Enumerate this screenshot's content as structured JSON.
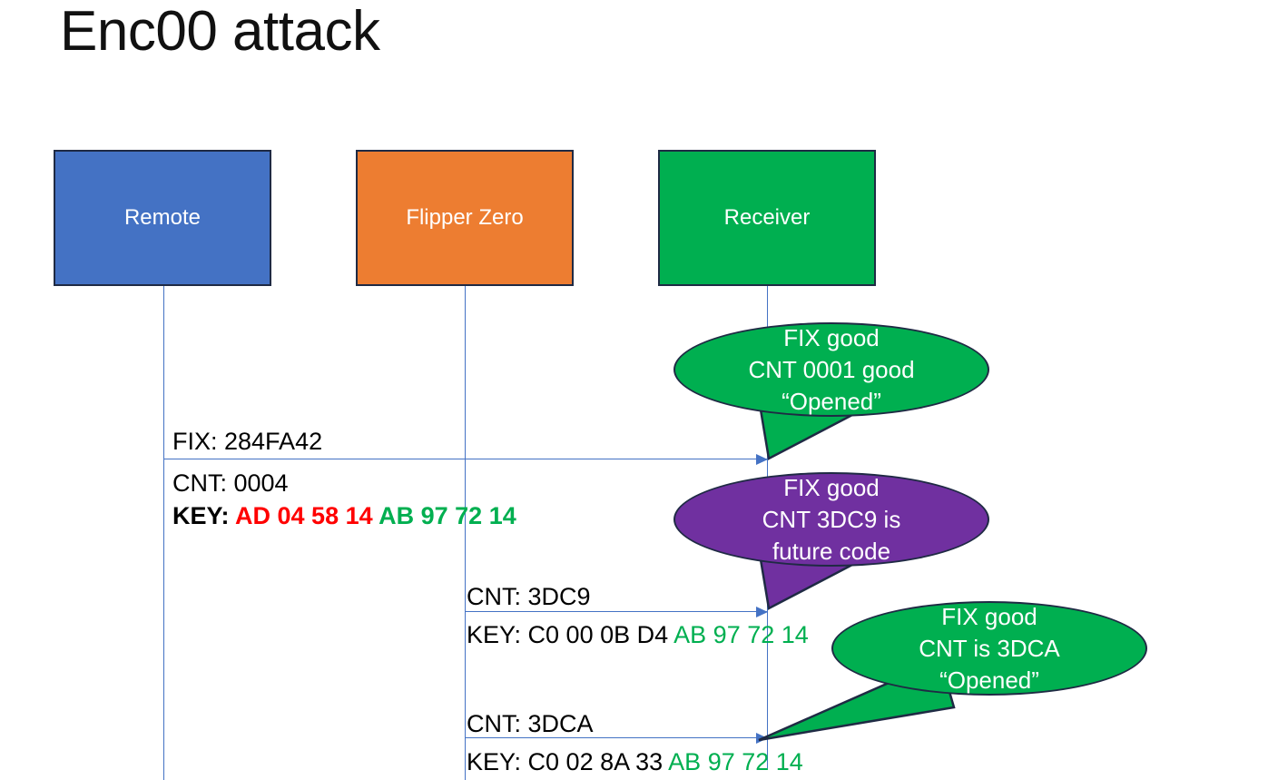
{
  "slide": {
    "title": "Enc00 attack",
    "background": "#ffffff"
  },
  "colors": {
    "remote_blue": "#4472C4",
    "flipper_orange": "#ED7D31",
    "receiver_green": "#00AF50",
    "callout_purple": "#7030A0",
    "key_red": "#FF0000",
    "key_green": "#00AF50",
    "line_blue": "#4472C4",
    "border_navy": "#1f2a44"
  },
  "actors": [
    {
      "id": "remote",
      "label": "Remote",
      "color": "#4472C4"
    },
    {
      "id": "flipper",
      "label": "Flipper Zero",
      "color": "#ED7D31"
    },
    {
      "id": "receiver",
      "label": "Receiver",
      "color": "#00AF50"
    }
  ],
  "messages": [
    {
      "id": "msg-1",
      "from": "remote",
      "to": "receiver",
      "fix_label": "FIX: 284FA42",
      "cnt_label": "CNT: 0004",
      "key_prefix": "KEY: ",
      "key_part_red": "AD 04 58 14",
      "key_part_green": "AB 97 72 14"
    },
    {
      "id": "msg-2",
      "from": "flipper",
      "to": "receiver",
      "cnt_label": "CNT: 3DC9",
      "key_prefix": "KEY: C0 00 0B D4 ",
      "key_part_green": "AB 97 72 14"
    },
    {
      "id": "msg-3",
      "from": "flipper",
      "to": "receiver",
      "cnt_label": "CNT: 3DCA",
      "key_prefix": "KEY: C0 02 8A 33 ",
      "key_part_green": "AB 97 72 14"
    }
  ],
  "callouts": [
    {
      "id": "callout-1",
      "color": "#00AF50",
      "lines": [
        "FIX good",
        "CNT 0001 good",
        "“Opened”"
      ]
    },
    {
      "id": "callout-2",
      "color": "#7030A0",
      "lines": [
        "FIX good",
        "CNT 3DC9 is",
        "future code"
      ]
    },
    {
      "id": "callout-3",
      "color": "#00AF50",
      "lines": [
        "FIX good",
        "CNT is 3DCA",
        "“Opened”"
      ]
    }
  ]
}
